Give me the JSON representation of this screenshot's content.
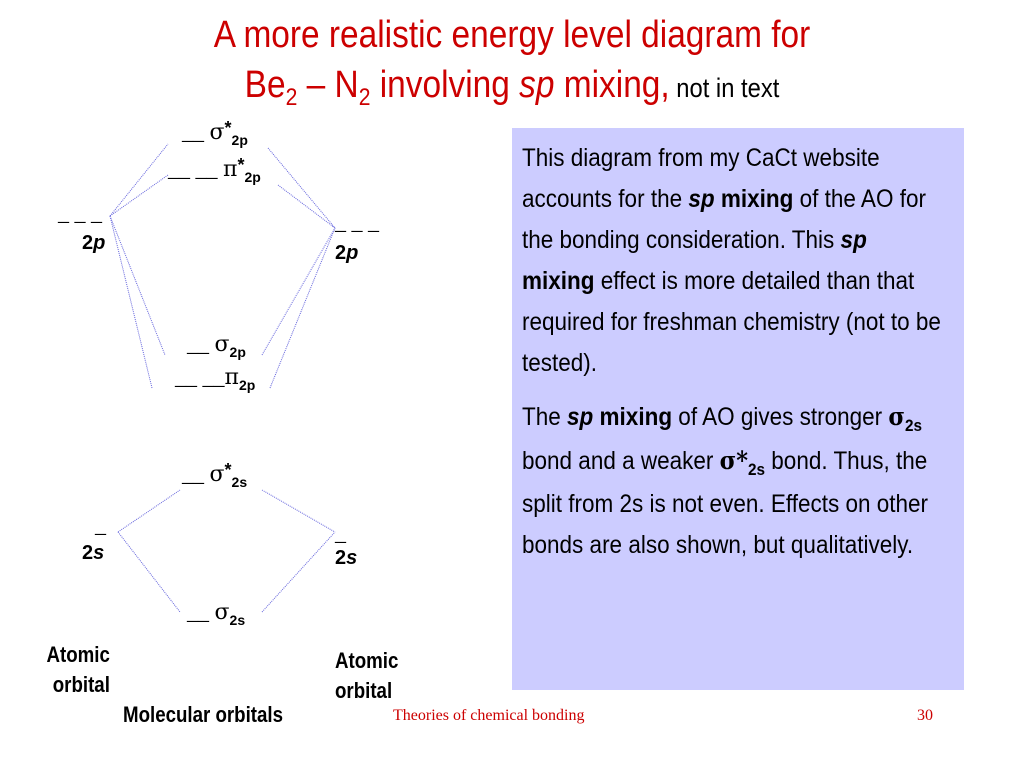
{
  "title": {
    "line1": "A more realistic energy level diagram for",
    "line2_part1": "Be",
    "line2_sub1": "2",
    "line2_part2": " – N",
    "line2_sub2": "2",
    "line2_part3": " involving ",
    "line2_italic": "sp",
    "line2_part4": " mixing,",
    "line2_small": " not in text"
  },
  "diagram": {
    "mo": {
      "sigma_star_2p": {
        "dash": "__ ",
        "symbol": "σ",
        "star": "*",
        "sub": "2p"
      },
      "pi_star_2p": {
        "dash": "__ __ ",
        "symbol": "π",
        "star": "*",
        "sub": "2p"
      },
      "sigma_2p": {
        "dash": "__ ",
        "symbol": "σ",
        "sub": "2p"
      },
      "pi_2p": {
        "dash": "__ __",
        "symbol": "π",
        "sub": "2p"
      },
      "sigma_star_2s": {
        "dash": "__ ",
        "symbol": "σ",
        "star": "*",
        "sub": "2s"
      },
      "sigma_2s": {
        "dash": "__ ",
        "symbol": "σ",
        "sub": "2s"
      }
    },
    "ao": {
      "left_2p_dash": "_ _ _",
      "left_2p_num": "2",
      "left_2p_letter": "p",
      "right_2p_dash": "_ _ _",
      "right_2p_num": "2",
      "right_2p_letter": "p",
      "left_2s_dash": "_",
      "left_2s_num": "2",
      "left_2s_letter": "s",
      "right_2s_dash": "_",
      "right_2s_num": "2",
      "right_2s_letter": "s"
    },
    "labels": {
      "left_atomic_1": "Atomic",
      "left_atomic_2": "orbital",
      "right_atomic_1": "Atomic",
      "right_atomic_2": "orbital",
      "molecular": "Molecular orbitals"
    },
    "line_color": "#6666dd"
  },
  "note": {
    "p1_a": "This diagram from my CaCt website accounts for the ",
    "p1_b": "sp",
    "p1_c": " mixing",
    "p1_d": " of the AO for the bonding consideration. This ",
    "p1_e": "sp",
    "p1_f": " mixing",
    "p1_g": " effect is more detailed than that required for freshman chemistry (not to be tested).",
    "p2_a": "The ",
    "p2_b": "sp",
    "p2_c": " mixing",
    "p2_d": " of AO gives stronger ",
    "p2_sigma": "σ",
    "p2_sigma_sub": "2s",
    "p2_e": " bond and a weaker ",
    "p2_sigma_star": "σ*",
    "p2_sigma_star_sub": "2s",
    "p2_f": " bond. Thus, the split from 2s is not even. Effects on other bonds are also shown, but qualitatively.",
    "background": "#ccccff"
  },
  "footer": {
    "center": "Theories of chemical bonding",
    "page": "30",
    "color": "#cc0000"
  }
}
